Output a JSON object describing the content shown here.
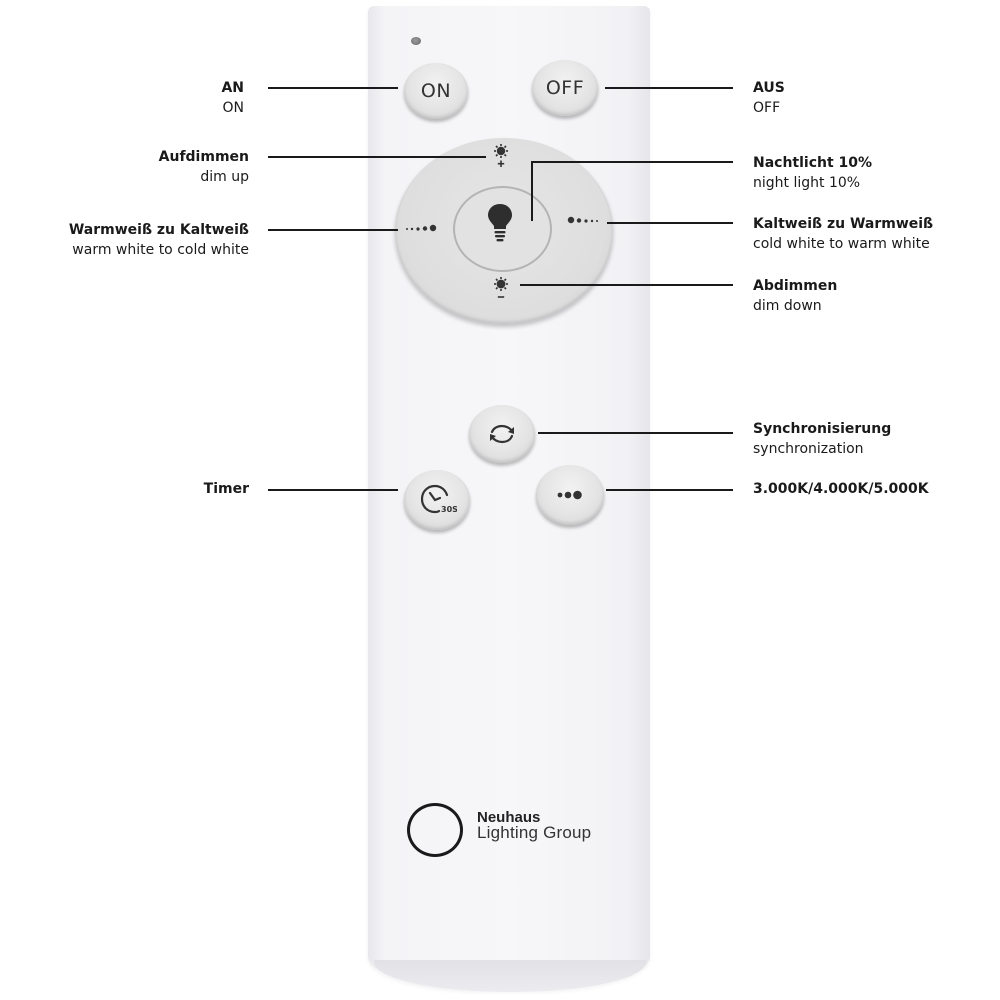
{
  "remote": {
    "brand": {
      "line1": "Neuhaus",
      "line2": "Lighting Group"
    },
    "buttons": {
      "on": {
        "label": "ON",
        "icon": "text-on"
      },
      "off": {
        "label": "OFF",
        "icon": "text-off"
      },
      "dim_up": {
        "icon": "sun-plus-icon"
      },
      "dim_down": {
        "icon": "sun-minus-icon"
      },
      "warm_to_cold": {
        "icon": "dots-increasing-icon"
      },
      "cold_to_warm": {
        "icon": "dots-decreasing-icon"
      },
      "night_light": {
        "icon": "bulb-icon"
      },
      "sync": {
        "icon": "sync-arrows-icon"
      },
      "timer": {
        "icon": "clock-icon",
        "badge": "30S"
      },
      "cct": {
        "icon": "three-dots-icon"
      }
    },
    "colors": {
      "body": "#f5f5f7",
      "button": "#e2e2e2",
      "ink": "#1a1a1a"
    }
  },
  "callouts": {
    "on": {
      "de": "AN",
      "en": "ON"
    },
    "off": {
      "de": "AUS",
      "en": "OFF"
    },
    "dim_up": {
      "de": "Aufdimmen",
      "en": "dim up"
    },
    "night_light": {
      "de": "Nachtlicht 10%",
      "en": "night light 10%"
    },
    "warm_to_cold": {
      "de": "Warmweiß zu Kaltweiß",
      "en": "warm white to cold white"
    },
    "cold_to_warm": {
      "de": "Kaltweiß zu Warmweiß",
      "en": "cold white to warm white"
    },
    "dim_down": {
      "de": "Abdimmen",
      "en": "dim down"
    },
    "sync": {
      "de": "Synchronisierung",
      "en": "synchronization"
    },
    "timer": {
      "de": "Timer"
    },
    "cct": {
      "de": "3.000K/4.000K/5.000K"
    }
  }
}
